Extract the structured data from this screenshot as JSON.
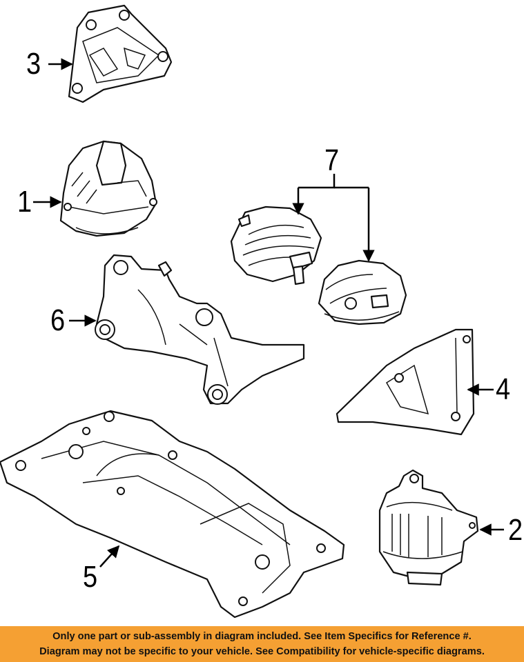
{
  "diagram": {
    "callouts": [
      {
        "id": "1",
        "label": "1"
      },
      {
        "id": "2",
        "label": "2"
      },
      {
        "id": "3",
        "label": "3"
      },
      {
        "id": "4",
        "label": "4"
      },
      {
        "id": "5",
        "label": "5"
      },
      {
        "id": "6",
        "label": "6"
      },
      {
        "id": "7",
        "label": "7"
      }
    ]
  },
  "banner": {
    "line1": "Only one part or sub-assembly in diagram included. See Item Specifics for Reference #.",
    "line2": "Diagram may not be specific to your vehicle. See Compatibility for vehicle-specific diagrams.",
    "background_color": "#f5a033"
  }
}
